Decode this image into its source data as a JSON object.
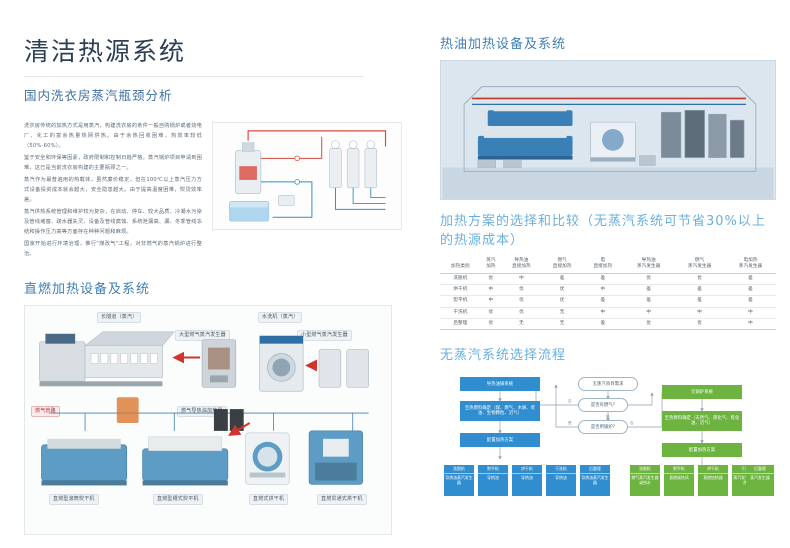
{
  "header": {
    "main_title": "清洁热源系统",
    "subtitle": "国内洗衣房蒸汽瓶颈分析"
  },
  "intro": {
    "paragraphs": [
      "洗衣房传统的加热方式是用蒸汽，构建洗衣房的条件一般自购锅炉或者烧电厂、化工的富余热量热网供热。由于余热回收困难，热效率较低（50%-60%）。",
      "鉴于安全和环保等因素，政府限制和控制日趋严格。蒸汽锅炉项目申请到困难，这已是当前洗衣房构建的主要瓶颈之一。",
      "蒸汽作为最普遍用的热载体，虽然廉价稳定，但在100℃以上蒸汽压力方式设备投资成本就会越大，安全隐患越大。由于提高温度困难，熨烫效率差。",
      "蒸汽供热系统管理和维护较为复杂，在启动、停车、较大品质、冷凝水污染及管线堵塞、疏水器失灵、设备及管线腐蚀、系统泄漏高、漏、冬季管线冻结和操作压力高等方面存在种种问题和麻烦。",
      "国家开始进行环境治理，推行\"煤改气\"工程，对非燃气的蒸汽锅炉进行整治。"
    ]
  },
  "schematic": {
    "name": "steam-system-schematic",
    "alt": "蒸汽系统示意图"
  },
  "sections": {
    "direct_fire": "直燃加热设备及系统",
    "hot_oil": "热油加热设备及系统",
    "comparison": "加热方案的选择和比较（无蒸汽系统可节省30%以上的热源成本）",
    "flow": "无蒸汽系统选择流程"
  },
  "equipment_labels": {
    "tunnel": "长隧道（蒸汽）",
    "big_gas_gen": "大型燃气蒸汽发生器",
    "washer": "水洗机（蒸汽）",
    "small_gas_gen": "小型燃气蒸汽发生器",
    "gas_pipe": "燃气管路",
    "oil_heater": "燃气导热油加热器",
    "b1": "直燃型滚筒熨干机",
    "b2": "直燃型槽式熨平机",
    "b3": "直燃式烘干机",
    "b4": "直燃贯通式烘干机"
  },
  "comparison_table": {
    "columns": [
      {
        "top": "",
        "bottom": "加热类别"
      },
      {
        "top": "蒸汽",
        "bottom": "加热"
      },
      {
        "top": "导热油",
        "bottom": "直接加热"
      },
      {
        "top": "燃气",
        "bottom": "直接加热"
      },
      {
        "top": "电",
        "bottom": "直接加热"
      },
      {
        "top": "导热油",
        "bottom": "蒸汽发生器"
      },
      {
        "top": "燃气",
        "bottom": "蒸汽发生器"
      },
      {
        "top": "电加热",
        "bottom": "蒸汽发生器"
      }
    ],
    "rows": [
      {
        "name": "洗脱机",
        "values": [
          "优",
          "中",
          "差",
          "差",
          "优",
          "优",
          "差"
        ]
      },
      {
        "name": "烘干机",
        "values": [
          "中",
          "优",
          "优",
          "中",
          "差",
          "差",
          "差"
        ]
      },
      {
        "name": "熨平机",
        "values": [
          "中",
          "优",
          "优",
          "差",
          "差",
          "差",
          "差"
        ]
      },
      {
        "name": "干洗机",
        "values": [
          "优",
          "优",
          "无",
          "中",
          "中",
          "中",
          "中"
        ]
      },
      {
        "name": "后整理",
        "values": [
          "优",
          "无",
          "无",
          "差",
          "优",
          "优",
          "中"
        ]
      }
    ]
  },
  "flowchart": {
    "start": "无蒸汽项目需求",
    "decision_gas": "是否有燃气?",
    "decision_boiler": "是否用锅炉?",
    "left_branch": {
      "title": "导热油锅系统",
      "detail": "至热燃料确定（煤、燃气、木屑、柴油、生物颗粒、沼气）",
      "config": "配置加热方案"
    },
    "right_branch": {
      "title": "无锅炉系统",
      "detail": "至热燃料确定（天然气、液化气、焦化油、沼气）",
      "config": "配置加热方案"
    },
    "yes": "是",
    "no": "否",
    "blue_equipment": [
      {
        "head": "洗脱机",
        "body": "导热油蒸汽发生器"
      },
      {
        "head": "熨平机",
        "body": "导热油"
      },
      {
        "head": "烘干机",
        "body": "导热油"
      },
      {
        "head": "干洗机",
        "body": "导热油"
      },
      {
        "head": "后整理",
        "body": "导热油蒸汽发生器"
      }
    ],
    "green_equipment": [
      {
        "head": "洗脱机",
        "body": "燃气蒸汽发生器或热水"
      },
      {
        "head": "熨平机",
        "body": "直燃或热风"
      },
      {
        "head": "烘干机",
        "body": "直燃加热器"
      },
      {
        "head": "干洗机",
        "body": "蒸汽发生器或加热器"
      },
      {
        "head": "后整理",
        "body": "蒸汽发生器"
      }
    ]
  },
  "colors": {
    "accent_blue": "#3f7fb5",
    "node_blue": "#2f8dd0",
    "node_green": "#6cb33f",
    "title_dark": "#2b3f55"
  }
}
